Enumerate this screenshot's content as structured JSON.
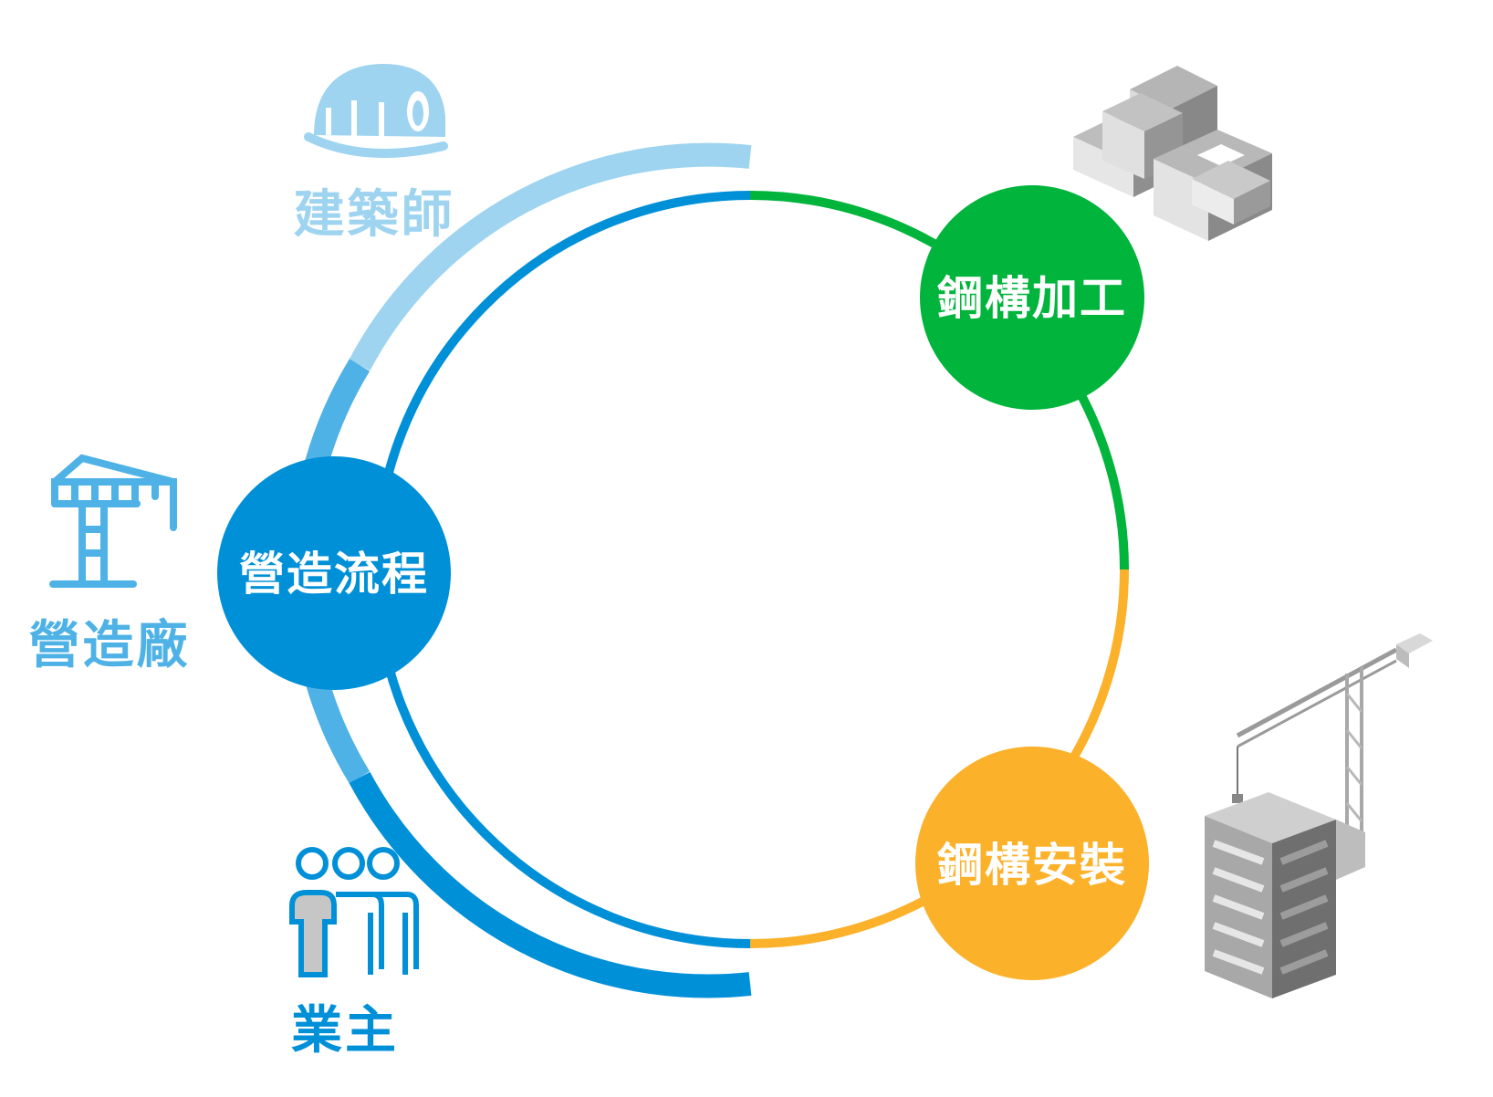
{
  "colors": {
    "blue": "#0090d8",
    "mid_blue": "#4eb2e6",
    "light_blue": "#9ed4f0",
    "green": "#00b43c",
    "orange": "#fcb12b",
    "gray": "#8c8c8c"
  },
  "nodes": {
    "construction_process": "營造流程",
    "steel_fabrication": "鋼構加工",
    "steel_installation": "鋼構安裝"
  },
  "roles": {
    "architect": "建築師",
    "contractor": "營造廠",
    "owner": "業主"
  },
  "icons": {
    "architect": "hard-hat-icon",
    "contractor": "tower-crane-icon",
    "owner": "people-group-icon",
    "fabrication": "isometric-steel-blocks-icon",
    "installation": "building-with-crane-icon"
  }
}
